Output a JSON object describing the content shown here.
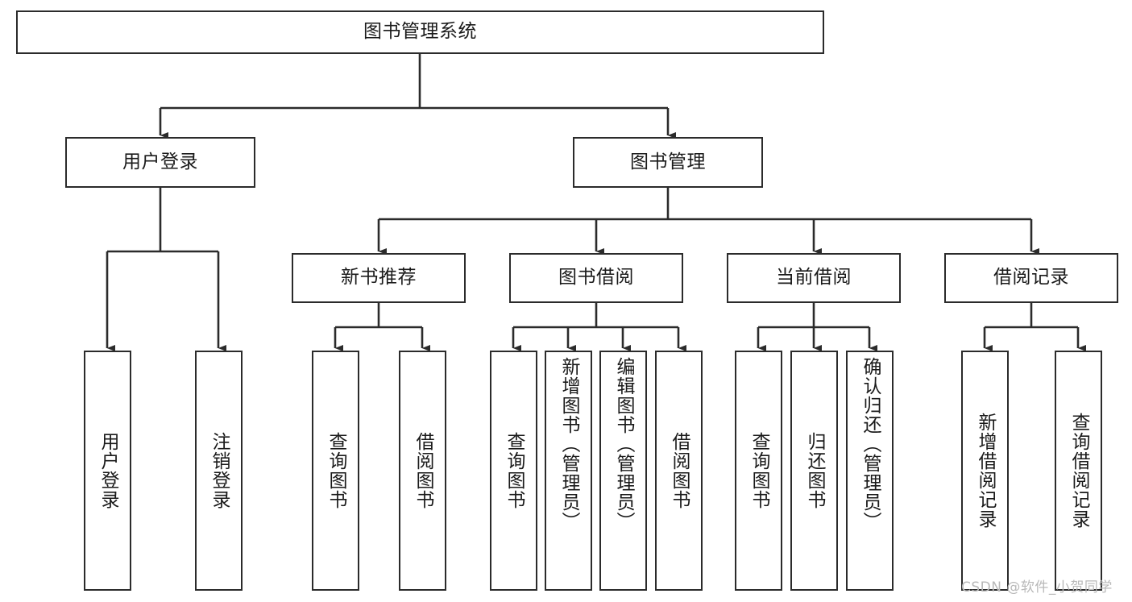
{
  "diagram": {
    "title": "图书管理系统",
    "watermark": "CSDN @软件_小贺同学",
    "stroke_color": "#2b2b2b",
    "fill_color": "#ffffff",
    "text_color": "#1a1a1a",
    "watermark_color": "#b9b9b9"
  },
  "nodes": {
    "root": {
      "label": "图书管理系统"
    },
    "level2": [
      {
        "label": "用户登录"
      },
      {
        "label": "图书管理"
      }
    ],
    "level3": [
      {
        "label": "新书推荐"
      },
      {
        "label": "图书借阅"
      },
      {
        "label": "当前借阅"
      },
      {
        "label": "借阅记录"
      }
    ],
    "leaves": {
      "user_login": [
        {
          "label": "用户登录"
        },
        {
          "label": "注销登录"
        }
      ],
      "new_book_recommend": [
        {
          "label": "查询图书"
        },
        {
          "label": "借阅图书"
        }
      ],
      "book_borrow": [
        {
          "label": "查询图书"
        },
        {
          "label": "新增图书（管理员）"
        },
        {
          "label": "编辑图书（管理员）"
        },
        {
          "label": "借阅图书"
        }
      ],
      "current_borrow": [
        {
          "label": "查询图书"
        },
        {
          "label": "归还图书"
        },
        {
          "label": "确认归还（管理员）"
        }
      ],
      "borrow_record": [
        {
          "label": "新增借阅记录"
        },
        {
          "label": "查询借阅记录"
        }
      ]
    }
  }
}
